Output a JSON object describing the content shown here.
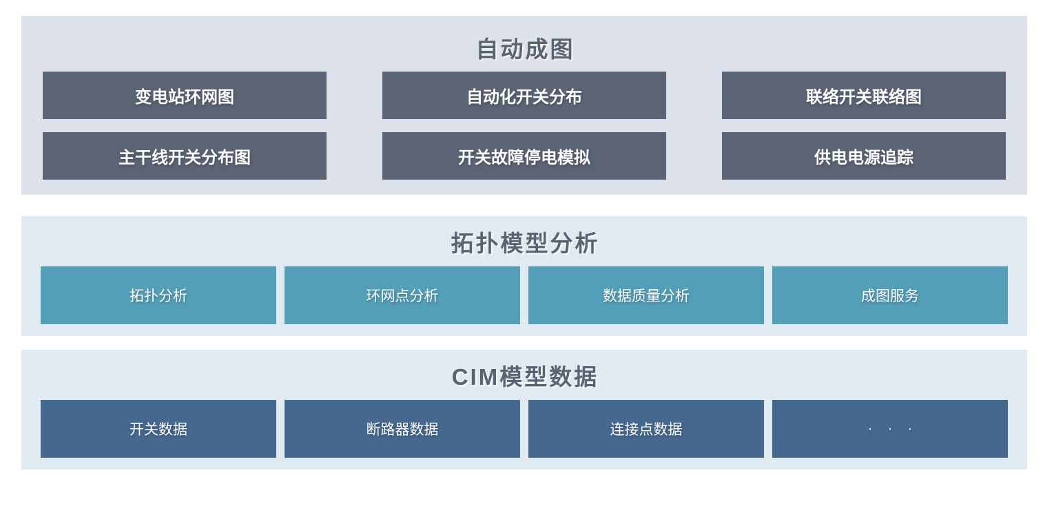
{
  "page": {
    "background": "#ffffff"
  },
  "colors": {
    "auto_mapping_section_bg": "#dde1e9",
    "analysis_section_bg": "#dfeaf1",
    "cim_section_bg": "#dfeaf1",
    "dark_slate_box": "#5b6474",
    "teal_box": "#539fb8",
    "steel_blue_box": "#45688f",
    "title_text": "#5a6372",
    "box_text": "#ffffff"
  },
  "sections": [
    {
      "id": "auto-mapping",
      "title": "自动成图",
      "bg": "#dde1e9",
      "box_color": "#5b6474",
      "items": [
        "变电站环网图",
        "自动化开关分布",
        "联络开关联络图",
        "主干线开关分布图",
        "开关故障停电模拟",
        "供电电源追踪"
      ]
    },
    {
      "id": "topology-model-analysis",
      "title": "拓扑模型分析",
      "bg": "#dfeaf1",
      "box_color": "#539fb8",
      "items": [
        "拓扑分析",
        "环网点分析",
        "数据质量分析",
        "成图服务"
      ]
    },
    {
      "id": "cim-model-data",
      "title": "CIM模型数据",
      "bg": "#dfeaf1",
      "box_color": "#45688f",
      "items": [
        "开关数据",
        "断路器数据",
        "连接点数据",
        "···"
      ]
    }
  ]
}
